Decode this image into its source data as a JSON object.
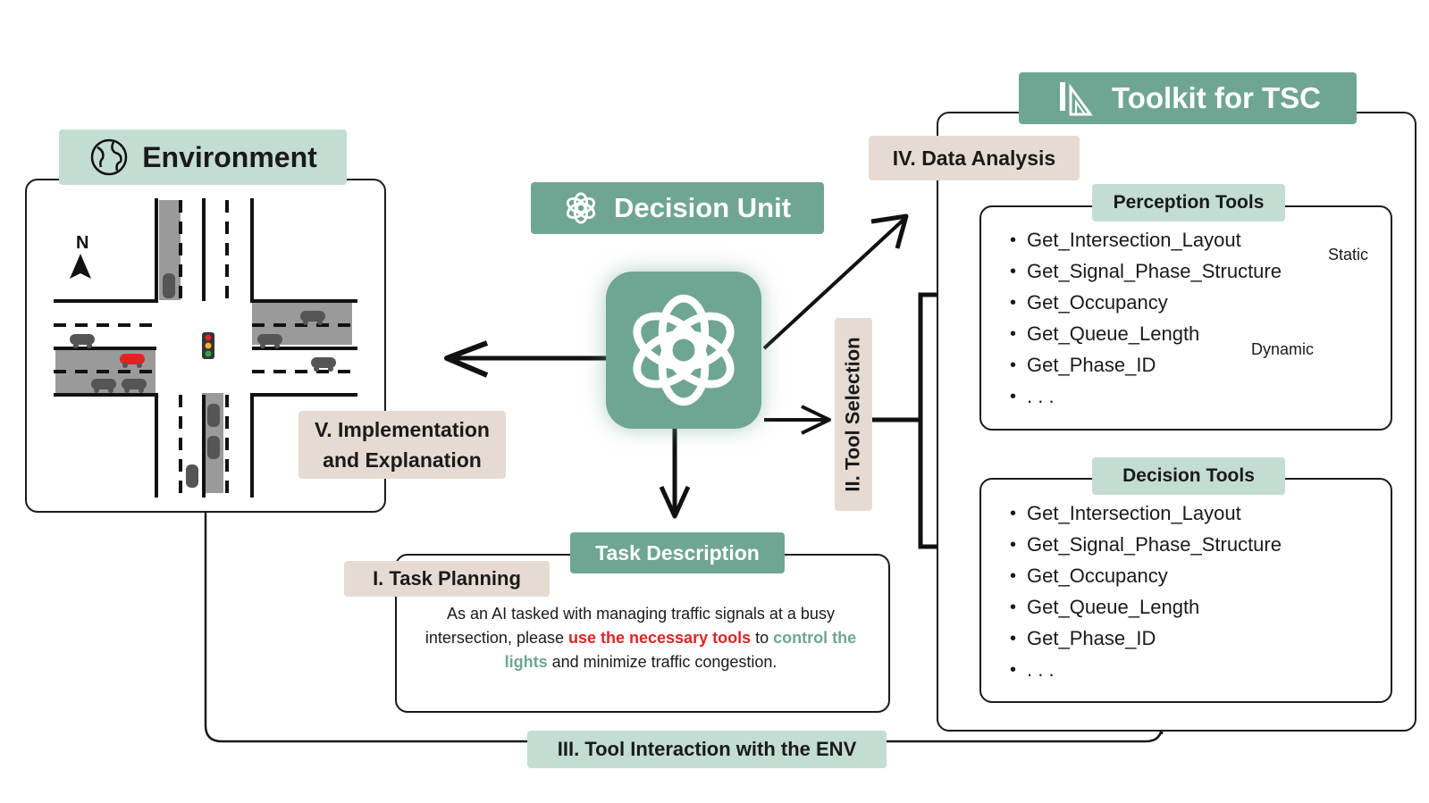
{
  "environment": {
    "title": "Environment",
    "north_label": "N"
  },
  "toolkit": {
    "title": "Toolkit for TSC"
  },
  "decision_unit": {
    "title": "Decision Unit"
  },
  "steps": {
    "task_planning": "I. Task Planning",
    "tool_selection": "II. Tool Selection",
    "tool_interaction": "III. Tool Interaction with the ENV",
    "data_analysis": "IV. Data Analysis",
    "implementation_line1": "V. Implementation",
    "implementation_line2": "and Explanation"
  },
  "perception_tools": {
    "title": "Perception Tools",
    "items": [
      "Get_Intersection_Layout",
      "Get_Signal_Phase_Structure",
      "Get_Occupancy",
      "Get_Queue_Length",
      "Get_Phase_ID",
      ". . ."
    ],
    "static_label": "Static",
    "dynamic_label": "Dynamic"
  },
  "decision_tools": {
    "title": "Decision Tools",
    "items": [
      "Get_Intersection_Layout",
      "Get_Signal_Phase_Structure",
      "Get_Occupancy",
      "Get_Queue_Length",
      "Get_Phase_ID",
      ". . ."
    ]
  },
  "task_description": {
    "title": "Task Description",
    "text_part1": "As an AI tasked with managing traffic signals at a busy intersection, please ",
    "highlight_red": "use the necessary tools",
    "text_part2": " to ",
    "highlight_teal": "control the lights",
    "text_part3": " and minimize traffic congestion."
  },
  "colors": {
    "accent_green": "#6fa593",
    "light_green": "#c3ddd3",
    "beige": "#e6dbd3",
    "highlight_red": "#e02424"
  },
  "icons": [
    "globe-icon",
    "ruler-pencil-icon",
    "openai-logo-icon",
    "openai-logo-large-icon",
    "north-arrow-icon",
    "traffic-light-icon",
    "car-icon"
  ]
}
